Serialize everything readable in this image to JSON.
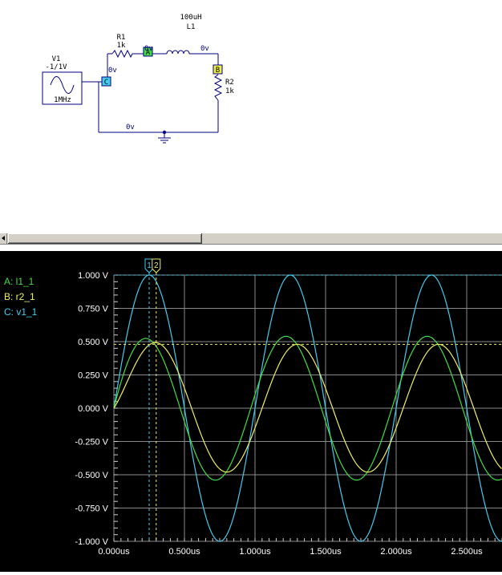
{
  "schematic": {
    "source": {
      "name": "V1",
      "amplitude": "-1/1V",
      "frequency": "1MHz"
    },
    "r1": {
      "name": "R1",
      "value": "1k"
    },
    "l1": {
      "name": "L1",
      "value": "100uH"
    },
    "r2": {
      "name": "R2",
      "value": "1k"
    },
    "nodes": {
      "a": "A",
      "b": "B",
      "c": "C"
    },
    "voltages": {
      "c": "0v",
      "a": "0v",
      "b": "0v",
      "ground": "0v"
    }
  },
  "scope": {
    "legend": [
      {
        "id": "A",
        "text": "A: l1_1",
        "color": "#44dd44"
      },
      {
        "id": "B",
        "text": "B: r2_1",
        "color": "#eeee66"
      },
      {
        "id": "C",
        "text": "C: v1_1",
        "color": "#44ccee"
      }
    ],
    "cursors": {
      "c1": "1",
      "c2": "2",
      "c1_color": "#44ccee",
      "c2_color": "#eeee66"
    }
  },
  "chart_data": {
    "type": "line",
    "title": "",
    "xlabel": "",
    "ylabel": "",
    "xlim": [
      0,
      2.75
    ],
    "ylim": [
      -1.0,
      1.0
    ],
    "x_unit": "us",
    "y_unit": "V",
    "grid": true,
    "legend_position": "left",
    "y_ticks": [
      "1.000 V",
      "0.750 V",
      "0.500 V",
      "0.250 V",
      "0.000 V",
      "-0.250 V",
      "-0.500 V",
      "-0.750 V",
      "-1.000 V"
    ],
    "x_ticks": [
      "0.000us",
      "0.500us",
      "1.000us",
      "1.500us",
      "2.000us",
      "2.500us"
    ],
    "y_tick_values": [
      1.0,
      0.75,
      0.5,
      0.25,
      0.0,
      -0.25,
      -0.5,
      -0.75,
      -1.0
    ],
    "x_tick_values": [
      0.0,
      0.5,
      1.0,
      1.5,
      2.0,
      2.5
    ],
    "frequency_mhz": 1,
    "series": [
      {
        "name": "C: v1_1",
        "color": "#44ccee",
        "amplitude": 1.0,
        "peak_time_us": 0.25,
        "settled_amplitude": 1.0
      },
      {
        "name": "A: l1_1",
        "color": "#44dd44",
        "amplitude": 0.54,
        "peak_time_us": 0.22,
        "settled_amplitude": 0.54
      },
      {
        "name": "B: r2_1",
        "color": "#eeee66",
        "amplitude": 0.48,
        "peak_time_us": 0.3,
        "settled_amplitude": 0.48
      }
    ],
    "cursor_x": [
      0.25,
      0.3
    ],
    "cursor_y": [
      1.0,
      0.48
    ]
  }
}
